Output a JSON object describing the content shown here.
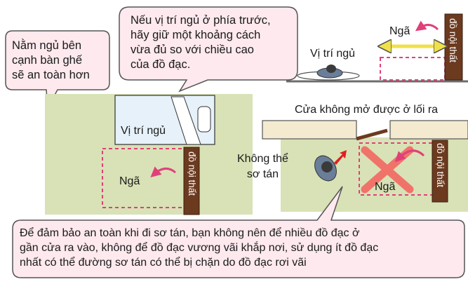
{
  "bubbles": {
    "top_left": [
      "Nằm ngủ bên",
      "cạnh bàn ghế",
      "sẽ an toàn hơn"
    ],
    "top_center": [
      "Nếu vị trí ngủ ở phía trước,",
      "hãy giữ một khoảng cách",
      "vừa đủ so với chiều cao",
      "của đồ đạc."
    ],
    "bottom": [
      "Để đảm bảo an toàn khi đi sơ tán, bạn không nên để nhiều đồ đạc ở",
      "gần cửa ra vào, không để đồ đạc vương vãi khắp nơi, sử dụng ít đồ đạc",
      "nhất có thể đường sơ tán có thể bị chặn do đồ đạc rơi vãi"
    ]
  },
  "labels": {
    "sleep_position": "Vị trí ngủ",
    "fall": "Ngã",
    "furniture": "đồ nội thất",
    "door_blocked": "Cửa không mở được ở lối ra",
    "cannot_evacuate": [
      "Không thể",
      "sơ tán"
    ]
  },
  "colors": {
    "floor": "#d8e2b6",
    "furniture": "#6b3a1f",
    "bubble_fill": "#fde9ee",
    "bubble_stroke": "#555555",
    "zone_dashed": "#e0407a",
    "arrow_pink": "#e0407a",
    "double_arrow": "#f0e14a",
    "cross": "#f0736a",
    "bed": "#e6f1fa",
    "wall": "#f3ead0"
  }
}
